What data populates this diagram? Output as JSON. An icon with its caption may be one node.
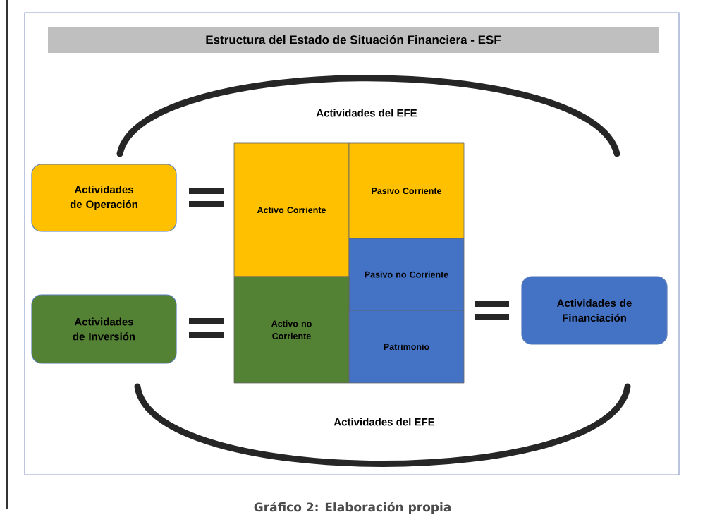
{
  "diagram": {
    "title": "Estructura del Estado de Situación Financiera - ESF",
    "caption": "Gráfico 2: Elaboración propia",
    "nodes": [
      {
        "text": [
          "Actividades de Operación"
        ]
      },
      {
        "text": [
          "Activo Corriente"
        ]
      },
      {
        "text": [
          "Pasivo Corriente"
        ]
      },
      {
        "text": [
          "Pasivo no Corriente"
        ]
      },
      {
        "text": [
          "Actividades de Inversión"
        ]
      },
      {
        "text": [
          "Activo no Corriente"
        ]
      },
      {
        "text": [
          "Patrimonio"
        ]
      },
      {
        "text": [
          "Actividades de Financiación"
        ]
      }
    ],
    "labels": [
      "Actividades del EFE",
      "Actividades del EFE"
    ]
  }
}
